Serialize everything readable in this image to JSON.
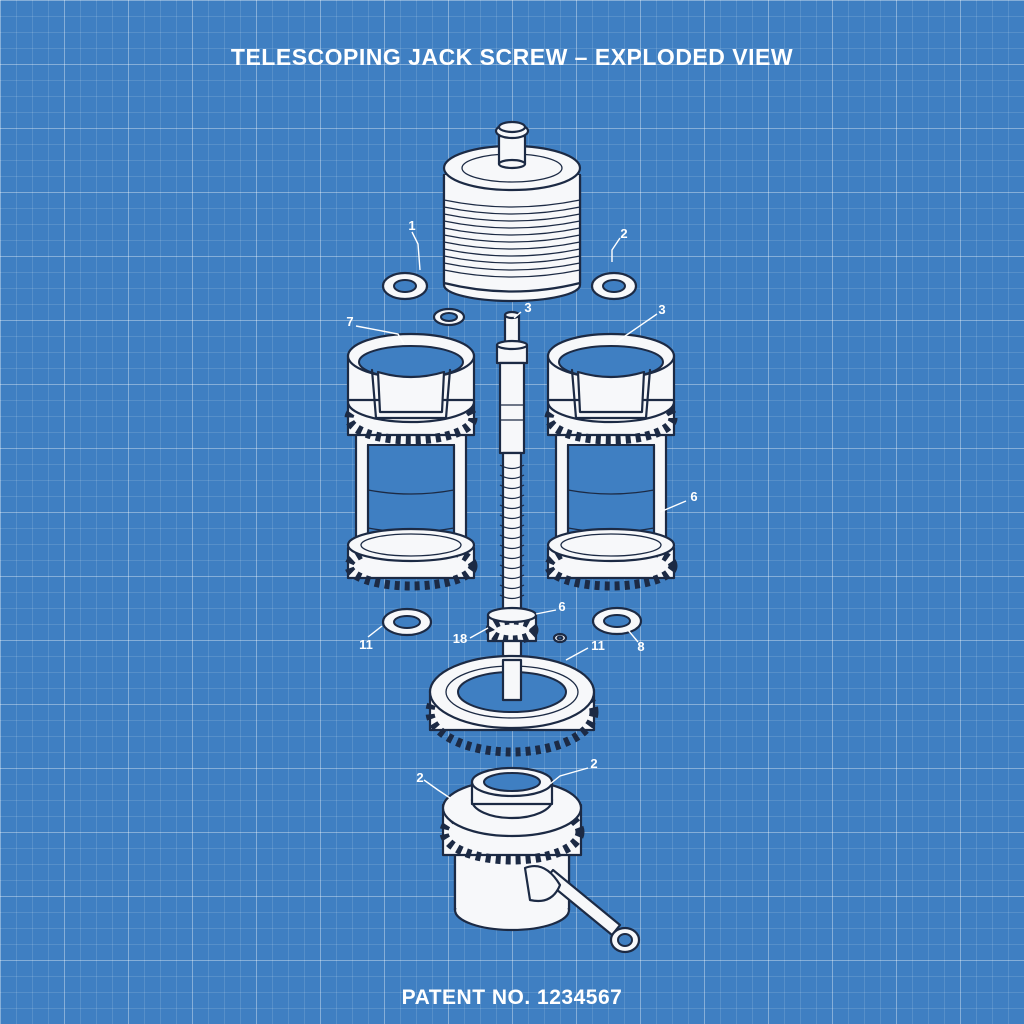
{
  "title": "TELESCOPING JACK SCREW – EXPLODED VIEW",
  "footer": "PATENT NO. 1234567",
  "colors": {
    "background": "#3f7fc2",
    "grid": "#ffffff",
    "line": "#1c2a44",
    "part_fill": "#f7f8fa"
  },
  "callouts": [
    {
      "id": "c1",
      "label": "1"
    },
    {
      "id": "c2",
      "label": "2"
    },
    {
      "id": "c3a",
      "label": "3"
    },
    {
      "id": "c7",
      "label": "7"
    },
    {
      "id": "c3b",
      "label": "3"
    },
    {
      "id": "c6a",
      "label": "6"
    },
    {
      "id": "c6b",
      "label": "6"
    },
    {
      "id": "c11a",
      "label": "11"
    },
    {
      "id": "c18",
      "label": "18"
    },
    {
      "id": "c11b",
      "label": "11"
    },
    {
      "id": "c8",
      "label": "8"
    },
    {
      "id": "c2b",
      "label": "2"
    },
    {
      "id": "c2c",
      "label": "2"
    }
  ]
}
